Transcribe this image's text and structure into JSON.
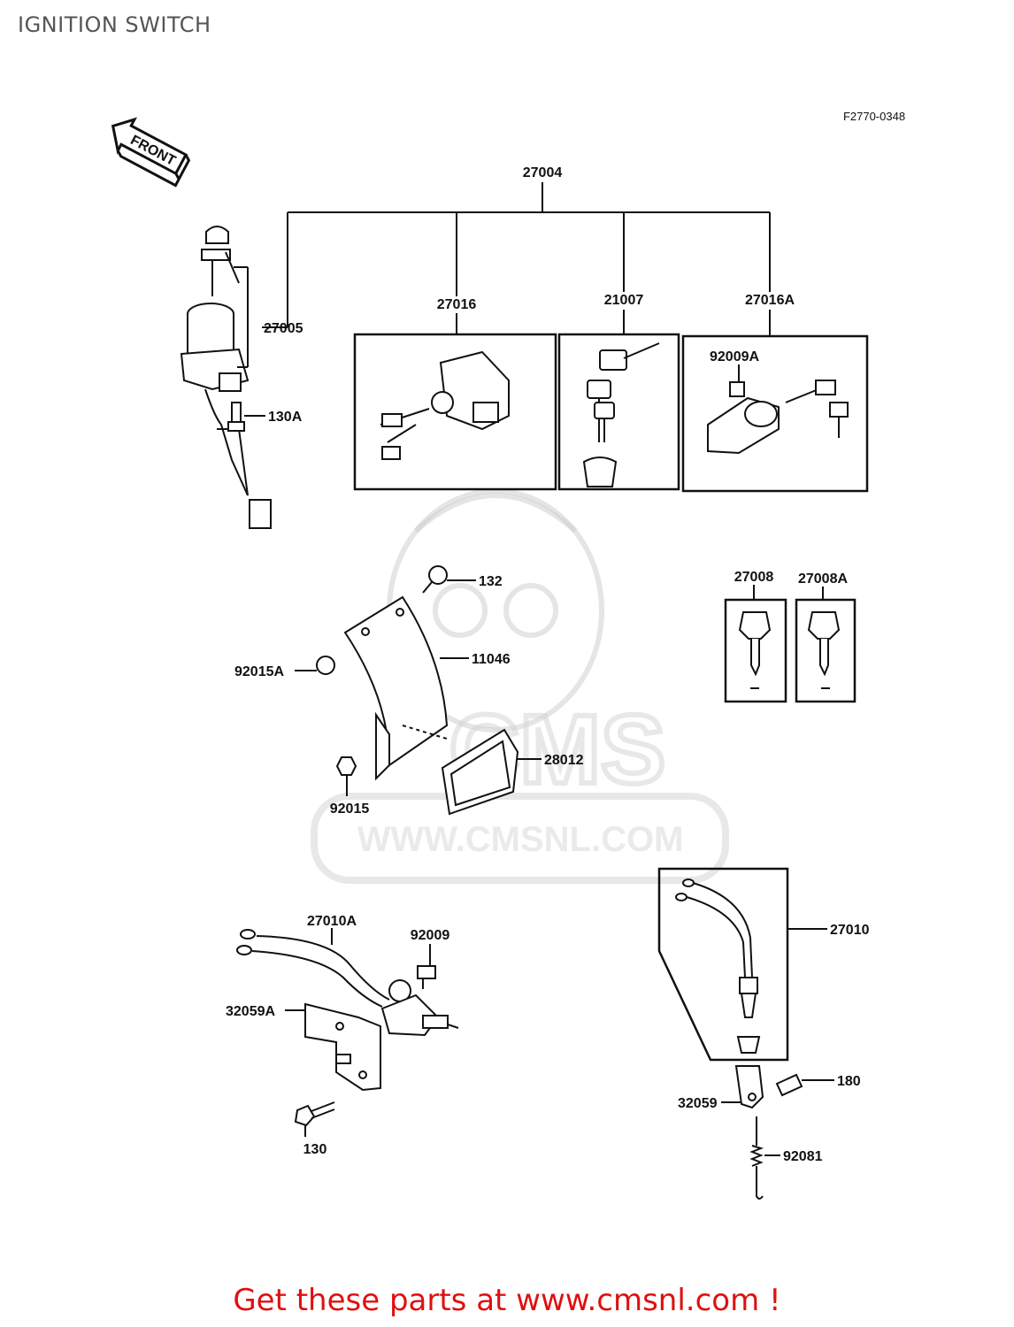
{
  "page": {
    "title": "IGNITION SWITCH"
  },
  "diagram": {
    "ref_code": "F2770-0348",
    "front_label": "FRONT",
    "parts": {
      "p27004": "27004",
      "p27005": "27005",
      "p130A": "130A",
      "p27016": "27016",
      "p21007": "21007",
      "p27016A": "27016A",
      "p92009A": "92009A",
      "p132": "132",
      "p11046": "11046",
      "p92015A": "92015A",
      "p28012": "28012",
      "p92015": "92015",
      "p27008": "27008",
      "p27008A": "27008A",
      "p27010A": "27010A",
      "p92009": "92009",
      "p32059A": "32059A",
      "p130": "130",
      "p27010": "27010",
      "p180": "180",
      "p32059": "32059",
      "p92081": "92081"
    },
    "watermark": {
      "logo_text": "CMS",
      "url_text": "WWW.CMSNL.COM"
    }
  },
  "footer": {
    "text": "Get these parts at www.cmsnl.com !",
    "color": "#e01010"
  }
}
